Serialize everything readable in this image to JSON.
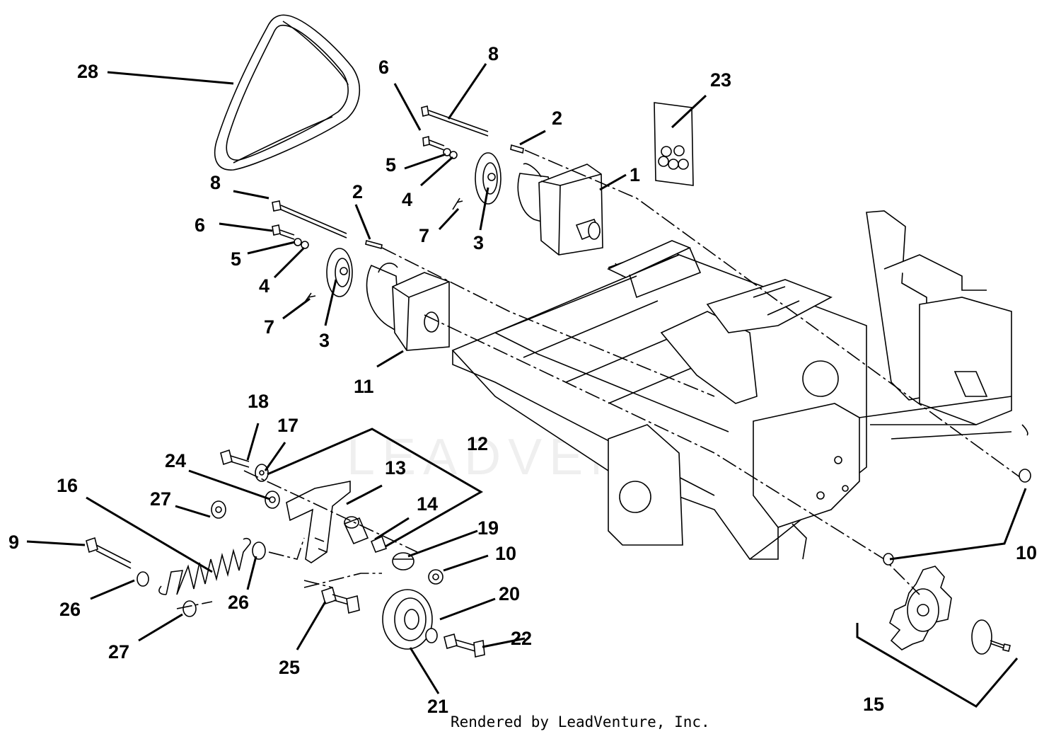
{
  "callouts": [
    {
      "id": "c1",
      "text": "1"
    },
    {
      "id": "c2a",
      "text": "2"
    },
    {
      "id": "c2b",
      "text": "2"
    },
    {
      "id": "c3a",
      "text": "3"
    },
    {
      "id": "c3b",
      "text": "3"
    },
    {
      "id": "c4a",
      "text": "4"
    },
    {
      "id": "c4b",
      "text": "4"
    },
    {
      "id": "c5a",
      "text": "5"
    },
    {
      "id": "c5b",
      "text": "5"
    },
    {
      "id": "c6a",
      "text": "6"
    },
    {
      "id": "c6b",
      "text": "6"
    },
    {
      "id": "c7a",
      "text": "7"
    },
    {
      "id": "c7b",
      "text": "7"
    },
    {
      "id": "c8a",
      "text": "8"
    },
    {
      "id": "c8b",
      "text": "8"
    },
    {
      "id": "c9",
      "text": "9"
    },
    {
      "id": "c10a",
      "text": "10"
    },
    {
      "id": "c10b",
      "text": "10"
    },
    {
      "id": "c11",
      "text": "11"
    },
    {
      "id": "c12",
      "text": "12"
    },
    {
      "id": "c13",
      "text": "13"
    },
    {
      "id": "c14",
      "text": "14"
    },
    {
      "id": "c15",
      "text": "15"
    },
    {
      "id": "c16",
      "text": "16"
    },
    {
      "id": "c17",
      "text": "17"
    },
    {
      "id": "c18",
      "text": "18"
    },
    {
      "id": "c19",
      "text": "19"
    },
    {
      "id": "c20",
      "text": "20"
    },
    {
      "id": "c21",
      "text": "21"
    },
    {
      "id": "c22",
      "text": "22"
    },
    {
      "id": "c23",
      "text": "23"
    },
    {
      "id": "c24",
      "text": "24"
    },
    {
      "id": "c25",
      "text": "25"
    },
    {
      "id": "c26a",
      "text": "26"
    },
    {
      "id": "c26b",
      "text": "26"
    },
    {
      "id": "c27a",
      "text": "27"
    },
    {
      "id": "c27b",
      "text": "27"
    },
    {
      "id": "c28",
      "text": "28"
    }
  ],
  "footer": "Rendered by LeadVenture, Inc.",
  "watermark": "LEADVENTURE",
  "colors": {
    "line": "#000000",
    "background": "#ffffff"
  }
}
